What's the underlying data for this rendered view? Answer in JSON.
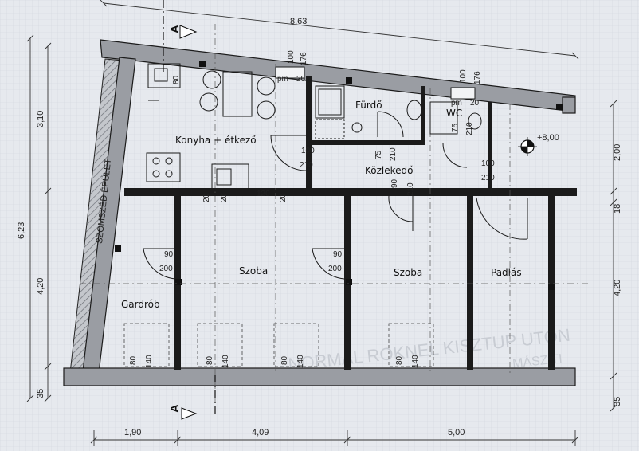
{
  "rooms": {
    "kitchen": "Konyha + étkező",
    "bathroom": "Fürdő",
    "wc": "WC",
    "corridor": "Közlekedő",
    "room1": "Szoba",
    "room2": "Szoba",
    "attic": "Padlás",
    "wardrobe": "Gardrób",
    "neighbor": "SZOMSZÉD ÉPÜLET"
  },
  "dimensions": {
    "top_total": "8,63",
    "left_total": "6,23",
    "left_upper": "3,10",
    "left_lower": "4,20",
    "left_bottom": "35",
    "right_upper": "2,00",
    "right_mid": "18",
    "right_lower": "4,20",
    "right_bottom": "35",
    "bottom_1": "1,90",
    "bottom_2": "4,09",
    "bottom_3": "5,00",
    "elevation": "+8,00"
  },
  "section_marks": {
    "top": "A",
    "bottom": "A"
  },
  "openings": {
    "kitchen_window_w": "100",
    "kitchen_window_h": "176",
    "kitchen_window_pm": "pm",
    "kitchen_window_sill": "20",
    "kitchen_sink_w": "80",
    "kitchen_door_w": "100",
    "kitchen_door_h": "210",
    "kitchen_partition_a": "20",
    "kitchen_partition_b": "20",
    "kitchen_partition_c": "120",
    "kitchen_partition_d": "20",
    "bath_window_w": "100",
    "bath_window_h": "176",
    "bath_window_pm": "pm",
    "bath_window_sill": "20",
    "bath_door_w": "75",
    "bath_door_h": "210",
    "wc_door_w": "75",
    "wc_door_h": "210",
    "corridor_door_w": "100",
    "corridor_door_h": "210",
    "room2_door_w": "90",
    "room2_door_h": "210",
    "room1_door_w": "90",
    "room1_door_h": "200",
    "room2_inner_door_w": "90",
    "room2_inner_door_h": "200",
    "room_window_1_w": "80",
    "room_window_1_h": "140",
    "room_window_2_w": "80",
    "room_window_2_h": "140",
    "room_window_3_w": "80",
    "room_window_3_h": "140",
    "room_window_4_w": "80",
    "room_window_4_h": "140"
  },
  "watermark": {
    "line1": "NORMÁL ROKNEL KISZTUP UTON",
    "line2": "MÁSZ TI"
  },
  "colors": {
    "paper": "#e6e9ee",
    "ink": "#1b1b1b",
    "wall_fill": "#9a9da3",
    "grid": "#b7bcc6"
  }
}
